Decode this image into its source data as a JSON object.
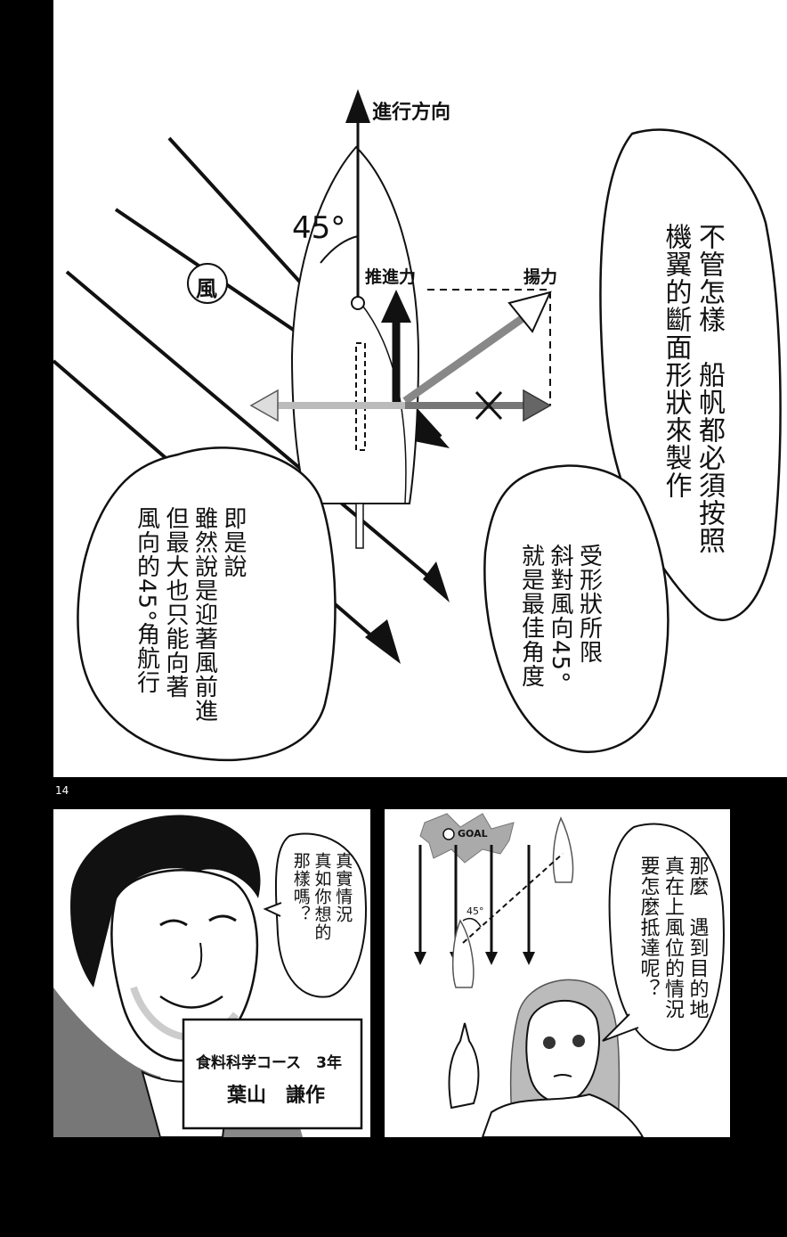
{
  "page_number": "14",
  "diagram": {
    "direction_label": "進行方向",
    "angle_label": "45°",
    "wind_label": "風",
    "thrust_label": "推進力",
    "lift_label": "揚力"
  },
  "bubbles": {
    "sail_shape": "不管怎樣　船帆都必須按照\n機翼的斷面形狀來製作",
    "limited": "受形狀所限\n斜對風向45°\n就是最佳角度",
    "meaning": "即是說\n雖然說是迎著風前進\n但最大也只能向著\n風向的45°角航行",
    "really": "真實情況\n真如你想的\n那樣嗎？",
    "upwind": "那麼　遇到目的地\n真在上風位的情況\n要怎麼抵達呢？"
  },
  "mini_diagram": {
    "goal_label": "GOAL",
    "angle_label": "45°"
  },
  "caption": {
    "course": "食料科学コース　3年",
    "name": "葉山　謙作"
  }
}
